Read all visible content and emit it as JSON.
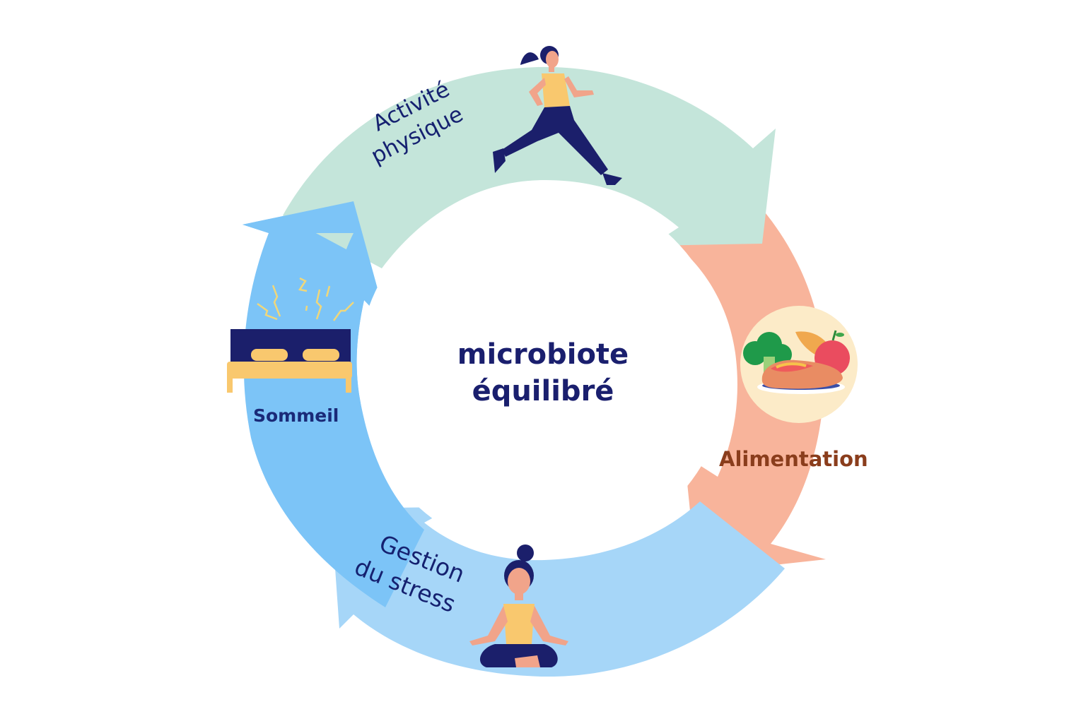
{
  "diagram": {
    "type": "cycle",
    "center": {
      "line1": "microbiote",
      "line2": "équilibré"
    },
    "segments": [
      {
        "id": "activity",
        "line1": "Activité",
        "line2": "physique",
        "color": "#c4e5da",
        "icon": "running-woman-icon"
      },
      {
        "id": "food",
        "label": "Alimentation",
        "color": "#f8b49b",
        "text_color": "#8a3d1c",
        "icon": "healthy-food-plate-icon"
      },
      {
        "id": "stress",
        "line1": "Gestion",
        "line2": "du stress",
        "color": "#a6d6f8",
        "icon": "meditating-woman-icon"
      },
      {
        "id": "sleep",
        "label": "Sommeil",
        "color": "#7cc4f7",
        "icon": "bed-icon"
      }
    ],
    "colors": {
      "text_primary": "#1a1f6e",
      "navy": "#1b1f6b",
      "skin": "#f1a48a",
      "top_yellow": "#f9c86e",
      "background": "#ffffff"
    }
  }
}
